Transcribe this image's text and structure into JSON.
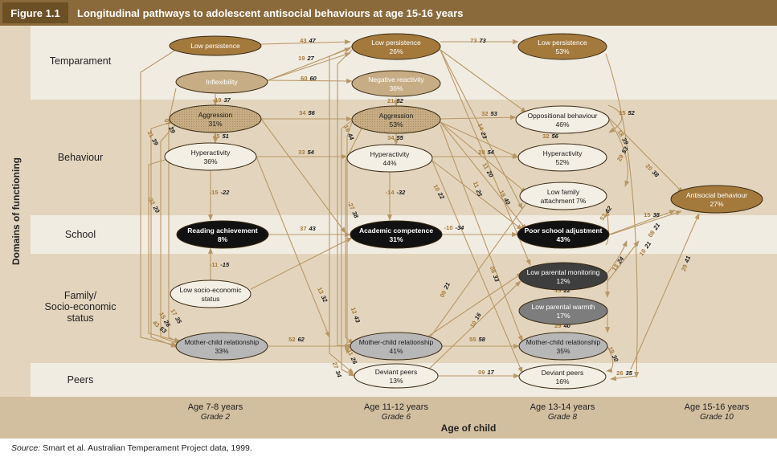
{
  "figure": {
    "number": "Figure 1.1",
    "title": "Longitudinal pathways to adolescent antisocial behaviours at age 15-16 years"
  },
  "axis": {
    "y_label": "Domains of functioning",
    "x_label": "Age of child"
  },
  "domains": [
    "Temparament",
    "Behaviour",
    "School",
    "Family/\nSocio-economic\nstatus",
    "Peers"
  ],
  "ages": [
    {
      "age": "Age 7-8 years",
      "grade": "Grade 2"
    },
    {
      "age": "Age 11-12 years",
      "grade": "Grade 6"
    },
    {
      "age": "Age 13-14 years",
      "grade": "Grade 8"
    },
    {
      "age": "Age 15-16 years",
      "grade": "Grade 10"
    }
  ],
  "nodes": {
    "lp7": {
      "label": "Low persistence",
      "value": ""
    },
    "inf7": {
      "label": "Inflexibility",
      "value": ""
    },
    "ag7": {
      "label": "Aggression",
      "value": "31%"
    },
    "hy7": {
      "label": "Hyperactivity",
      "value": "36%"
    },
    "ra7": {
      "label": "Reading achievement",
      "value": "8%"
    },
    "ses7": {
      "label": "Low socio-economic",
      "value": "status"
    },
    "mc7": {
      "label": "Mother-child relationship",
      "value": "33%"
    },
    "lp11": {
      "label": "Low persistence",
      "value": "26%"
    },
    "nr11": {
      "label": "Negative reactivity",
      "value": "36%"
    },
    "ag11": {
      "label": "Aggression",
      "value": "53%"
    },
    "hy11": {
      "label": "Hyperactivity",
      "value": "44%"
    },
    "ac11": {
      "label": "Academic competence",
      "value": "31%"
    },
    "mc11": {
      "label": "Mother-child relationship",
      "value": "41%"
    },
    "dp11": {
      "label": "Deviant peers",
      "value": "13%"
    },
    "lp13": {
      "label": "Low persistence",
      "value": "53%"
    },
    "ob13": {
      "label": "Oppositional behaviour",
      "value": "46%"
    },
    "hy13": {
      "label": "Hyperactivity",
      "value": "52%"
    },
    "lf13": {
      "label": "Low family",
      "value": "attachment 7%"
    },
    "ps13": {
      "label": "Poor school adjustment",
      "value": "43%"
    },
    "pm13": {
      "label": "Low parental monitoring",
      "value": "12%"
    },
    "pw13": {
      "label": "Low parental warmth",
      "value": "17%"
    },
    "mc13": {
      "label": "Mother-child relationship",
      "value": "35%"
    },
    "dp13": {
      "label": "Deviant peers",
      "value": "16%"
    },
    "ab15": {
      "label": "Antisocial behaviour",
      "value": "27%"
    }
  },
  "edge_labels": [
    [
      "43",
      "47"
    ],
    [
      "73",
      "73"
    ],
    [
      "19",
      "27"
    ],
    [
      "60",
      "60"
    ],
    [
      "19",
      "37"
    ],
    [
      "21",
      "52"
    ],
    [
      "34",
      "56"
    ],
    [
      "32",
      "53"
    ],
    [
      "15",
      "52"
    ],
    [
      "45",
      "51"
    ],
    [
      "34",
      "55"
    ],
    [
      "32",
      "56"
    ],
    [
      "33",
      "54"
    ],
    [
      "28",
      "54"
    ],
    [
      "-15",
      "-22"
    ],
    [
      "-14",
      "-32"
    ],
    [
      "37",
      "43"
    ],
    [
      "-10",
      "-34"
    ],
    [
      "-11",
      "-15"
    ],
    [
      "52",
      "62"
    ],
    [
      "55",
      "58"
    ],
    [
      "09",
      "17"
    ],
    [
      "26",
      "35"
    ],
    [
      "13",
      "22"
    ],
    [
      "29",
      "40"
    ],
    [
      "15",
      "38"
    ],
    [
      "08",
      "21"
    ],
    [
      "10",
      "21"
    ],
    [
      "13",
      "24"
    ],
    [
      "52",
      "62"
    ],
    [
      "29",
      "41"
    ],
    [
      "20",
      "38"
    ],
    [
      "18",
      "39"
    ],
    [
      "29",
      "53"
    ],
    [
      "07",
      "29"
    ],
    [
      "31",
      "39"
    ],
    [
      "-32",
      "20"
    ],
    [
      "15",
      "26"
    ],
    [
      "17",
      "35"
    ],
    [
      "43",
      "53"
    ],
    [
      "16",
      "44"
    ],
    [
      "-27",
      "38"
    ],
    [
      "10",
      "22"
    ],
    [
      "11",
      "25"
    ],
    [
      "19",
      "40"
    ],
    [
      "14",
      "23"
    ],
    [
      "11",
      "20"
    ],
    [
      "13",
      "32"
    ],
    [
      "12",
      "43"
    ],
    [
      "11",
      "26"
    ],
    [
      "27",
      "34"
    ],
    [
      "09",
      "21"
    ],
    [
      "10",
      "16"
    ],
    [
      "08",
      "33"
    ],
    [
      "19",
      "30"
    ]
  ],
  "source": {
    "prefix": "Source:",
    "text": " Smart et al. Australian Temperament Project data, 1999."
  },
  "colors": {
    "header_bg": "#8a6a3a",
    "tab_bg": "#6b4f25",
    "band_light": "#f1ece2",
    "band_dark": "#e3d5bd",
    "arrow": "#b89766",
    "accent_number": "#a47a3c",
    "node_brown": "#a47a3c",
    "node_tan": "#c7ad85",
    "node_light": "#f4efe4",
    "node_black": "#111111",
    "node_dark_grey": "#3e3e3e",
    "node_grey": "#7d7d7d",
    "node_light_grey": "#b7b7b7"
  }
}
